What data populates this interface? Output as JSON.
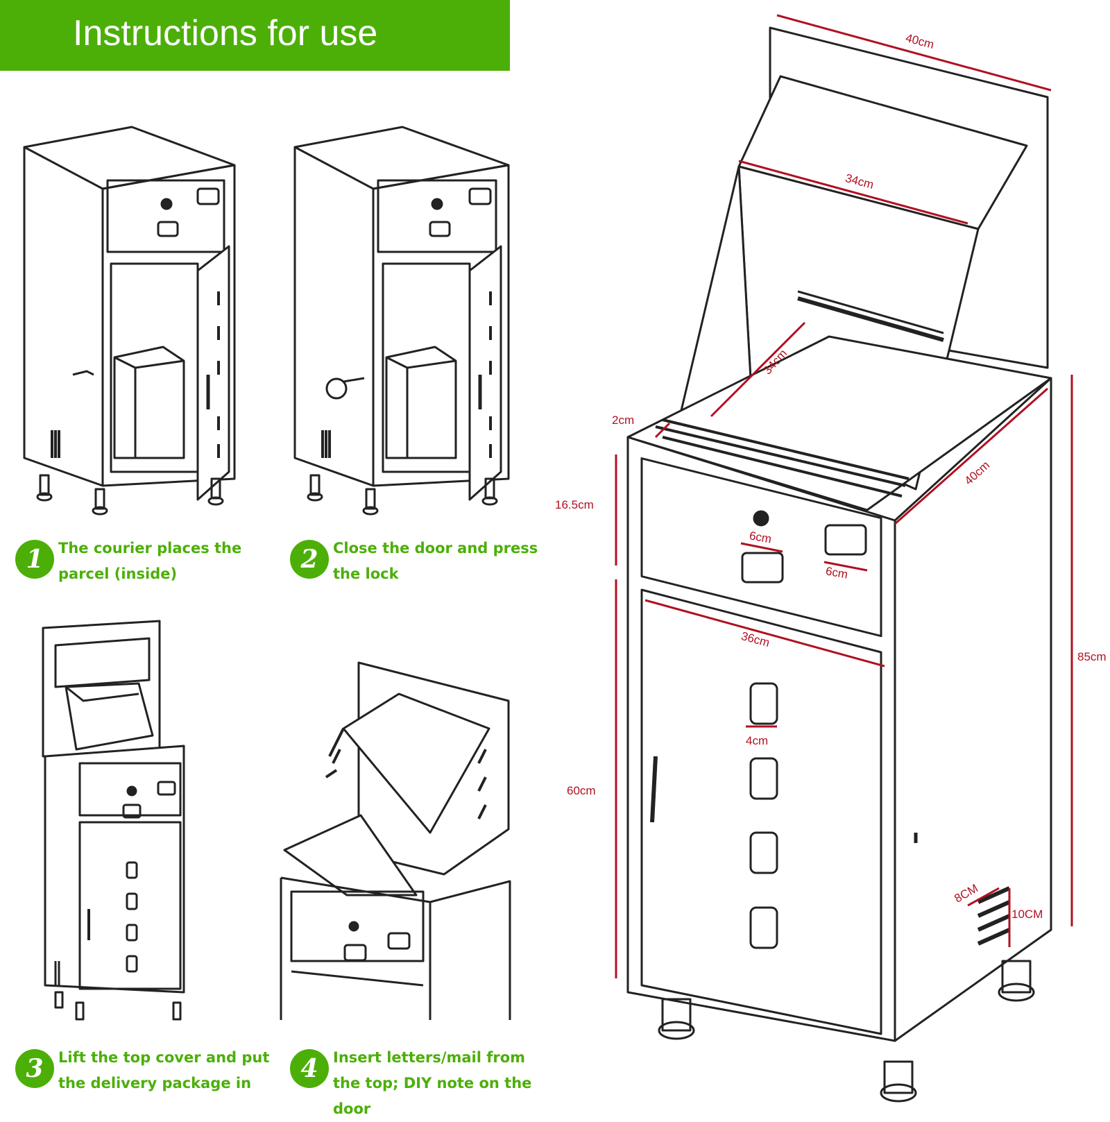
{
  "header": {
    "title": "Instructions for use"
  },
  "steps": [
    {
      "number": "1",
      "text": "The courier places the parcel (inside)"
    },
    {
      "number": "2",
      "text": "Close the door and press the lock"
    },
    {
      "number": "3",
      "text": "Lift the top cover and put the delivery package in"
    },
    {
      "number": "4",
      "text": "Insert letters/mail from the top; DIY note on the door"
    }
  ],
  "dimensions": {
    "top_width": "40cm",
    "chute_width": "34cm",
    "chute_depth": "34cm",
    "lid_lip": "2cm",
    "side_depth": "40cm",
    "drawer_height": "16.5cm",
    "lock_size": "6cm",
    "window_size": "6cm",
    "door_width": "36cm",
    "slot_width": "4cm",
    "total_height": "85cm",
    "door_height": "60cm",
    "vent_width": "8CM",
    "vent_height": "10CM"
  },
  "colors": {
    "banner": "#4caf08",
    "step_text": "#4caf08",
    "dimension": "#b01020",
    "line": "#222222"
  }
}
